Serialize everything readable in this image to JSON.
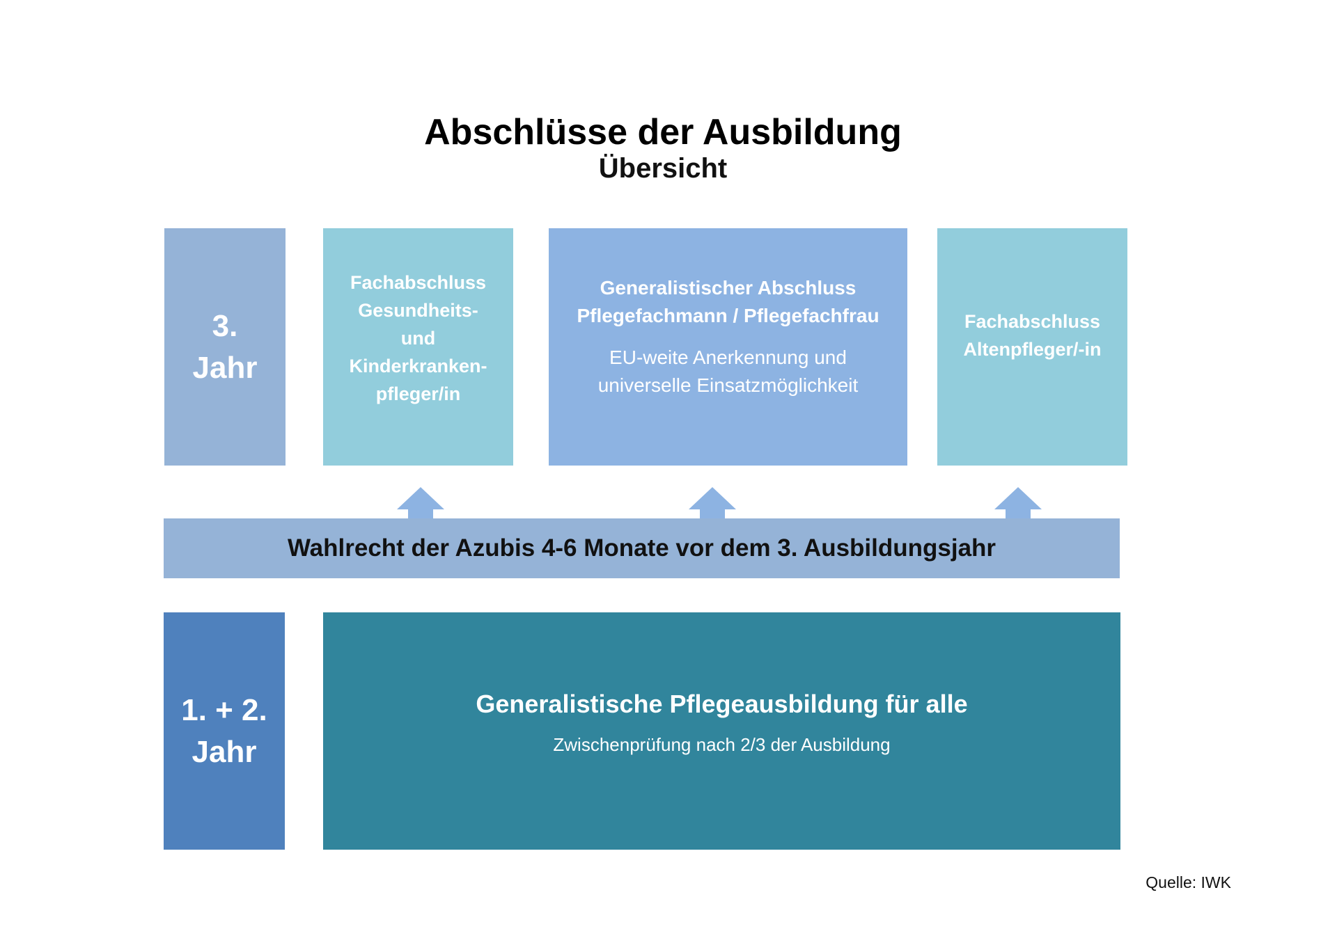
{
  "header": {
    "title": "Abschlüsse der Ausbildung",
    "subtitle": "Übersicht"
  },
  "year3": {
    "label_line1": "3.",
    "label_line2": "Jahr"
  },
  "fach_kinder": {
    "lines": [
      "Fachabschluss",
      "Gesundheits-",
      "und",
      "Kinderkranken-",
      "pfleger/in"
    ]
  },
  "generalist": {
    "heading_line1": "Generalistischer Abschluss",
    "heading_line2": "Pflegefachmann / Pflegefachfrau",
    "sub_line1": "EU-weite Anerkennung und",
    "sub_line2": "universelle Einsatzmöglichkeit"
  },
  "fach_alten": {
    "lines": [
      "Fachabschluss",
      "Altenpfleger/-in"
    ]
  },
  "choice": {
    "label": "Wahlrecht der Azubis 4-6 Monate vor dem 3. Ausbildungsjahr"
  },
  "year12": {
    "label_line1": "1. + 2.",
    "label_line2": "Jahr"
  },
  "basic_training": {
    "heading": "Generalistische Pflegeausbildung für alle",
    "sub": "Zwischenprüfung nach 2/3 der Ausbildung"
  },
  "footer": {
    "source": "Quelle: IWK"
  },
  "colors": {
    "year3_box": "#95b3d7",
    "fach_box": "#92cddc",
    "generalist_box": "#8db3e2",
    "choice_bar": "#95b3d7",
    "year12_box": "#4f81bd",
    "basic_box": "#31859c"
  }
}
